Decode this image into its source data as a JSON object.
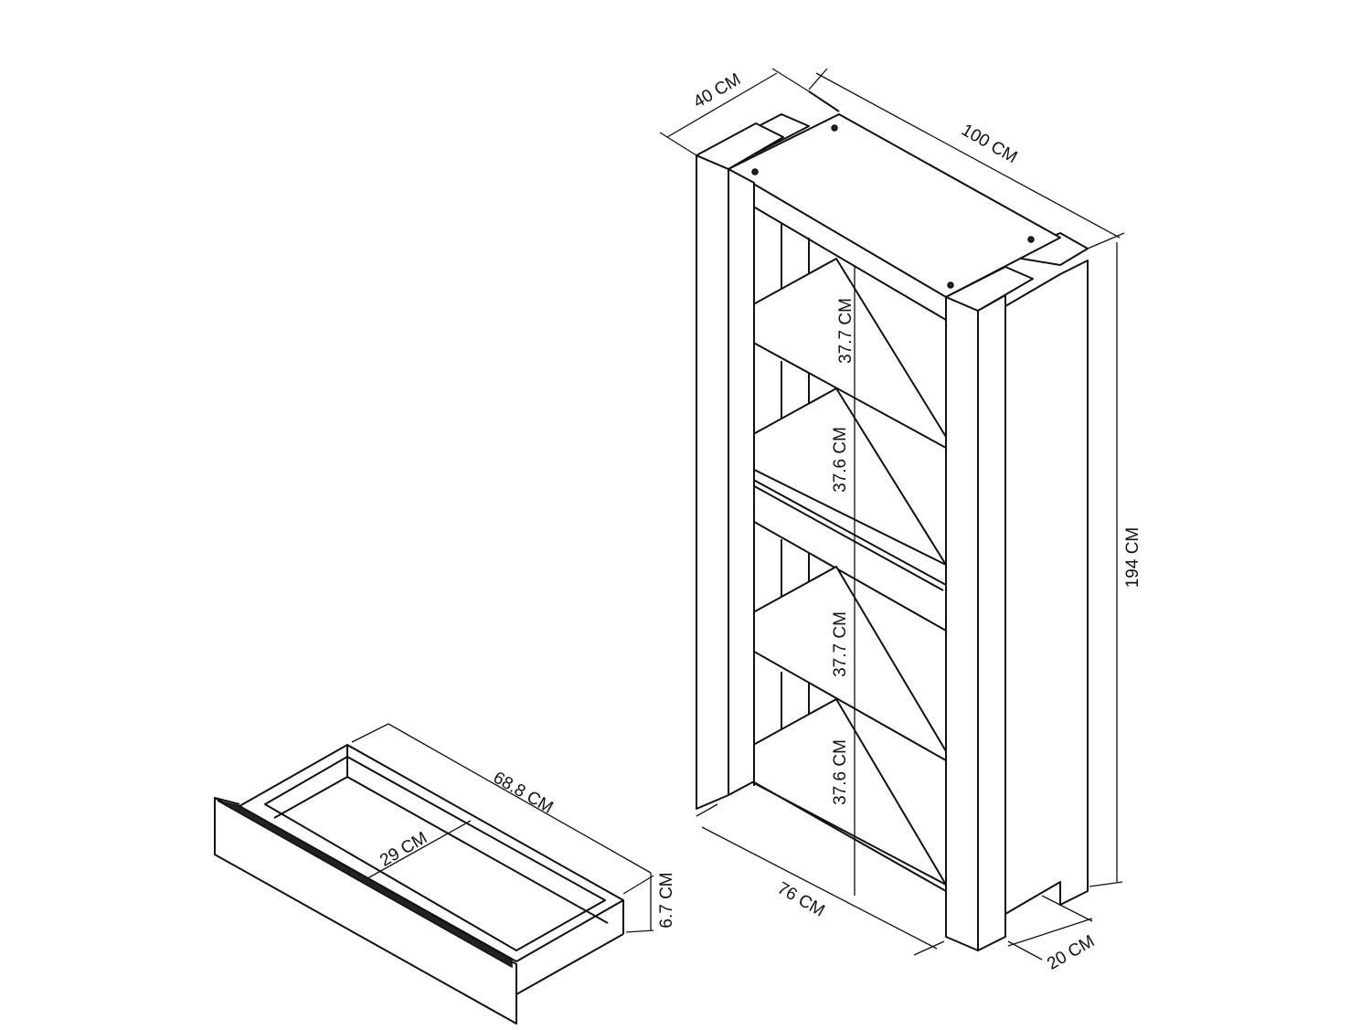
{
  "bookcase": {
    "depth": "40 CM",
    "width": "100 CM",
    "height": "194 CM",
    "shelf_gaps": [
      "37.7 CM",
      "37.6 CM",
      "37.7 CM",
      "37.6 CM"
    ],
    "inner_width": "76 CM",
    "post_depth": "20 CM"
  },
  "drawer": {
    "length": "68.8 CM",
    "depth": "29 CM",
    "height": "6.7 CM"
  }
}
